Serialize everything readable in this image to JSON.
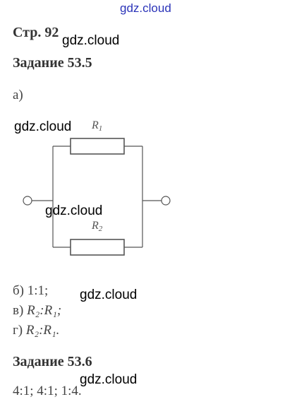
{
  "watermark": {
    "top": "gdz.cloud",
    "text": "gdz.cloud"
  },
  "page": {
    "page_ref": "Стр. 92",
    "task1_title": "Задание 53.5",
    "part_a": "а)",
    "r1_label": "R",
    "r1_sub": "1",
    "r2_label": "R",
    "r2_sub": "2",
    "answer_b": "б) 1:1;",
    "answer_v_prefix": "в) ",
    "answer_v_formula": "R₂:R₁;",
    "answer_g_prefix": "г) ",
    "answer_g_formula": "R₂:R₁.",
    "task2_title": "Задание 53.6",
    "task2_answer": "4:1; 4:1; 1:4."
  }
}
